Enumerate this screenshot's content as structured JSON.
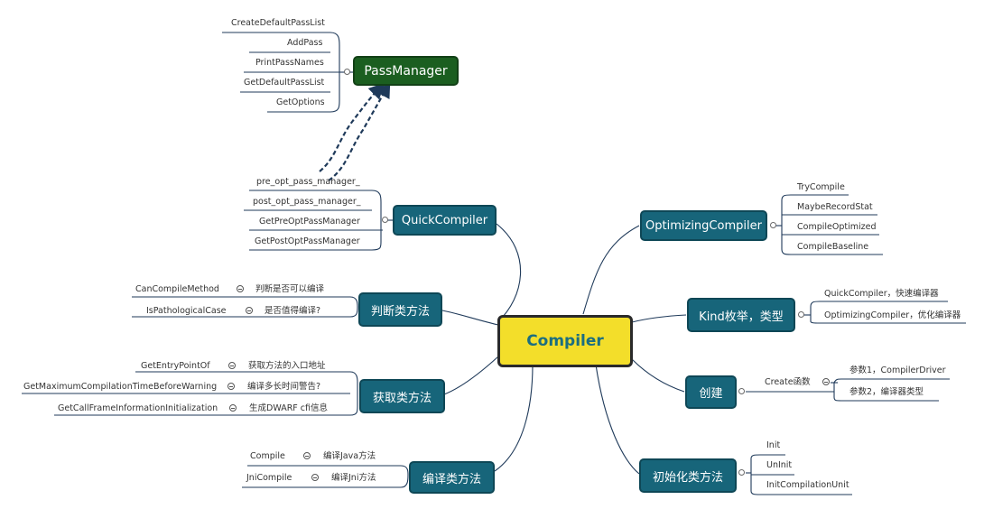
{
  "central": "Compiler",
  "pass_manager": "PassManager",
  "pass_manager_methods": [
    "CreateDefaultPassList",
    "AddPass",
    "PrintPassNames",
    "GetDefaultPassList",
    "GetOptions"
  ],
  "quick_compiler": {
    "label": "QuickCompiler",
    "items": [
      "pre_opt_pass_manager_",
      "post_opt_pass_manager_",
      "GetPreOptPassManager",
      "GetPostOptPassManager"
    ]
  },
  "judge_methods": {
    "label": "判断类方法",
    "items": [
      {
        "name": "CanCompileMethod",
        "note": "判断是否可以编译"
      },
      {
        "name": "IsPathologicalCase",
        "note": "是否值得编译?"
      }
    ]
  },
  "get_methods": {
    "label": "获取类方法",
    "items": [
      {
        "name": "GetEntryPointOf",
        "note": "获取方法的入口地址"
      },
      {
        "name": "GetMaximumCompilationTimeBeforeWarning",
        "note": "编译多长时间警告?"
      },
      {
        "name": "GetCallFrameInformationInitialization",
        "note": "生成DWARF cfi信息"
      }
    ]
  },
  "compile_methods": {
    "label": "编译类方法",
    "items": [
      {
        "name": "Compile",
        "note": "编译Java方法"
      },
      {
        "name": "JniCompile",
        "note": "编译Jni方法"
      }
    ]
  },
  "optimizing_compiler": {
    "label": "OptimizingCompiler",
    "items": [
      "TryCompile",
      "MaybeRecordStat",
      "CompileOptimized",
      "CompileBaseline"
    ]
  },
  "kind_enum": {
    "label": "Kind枚举，类型",
    "items": [
      "QuickCompiler，快速编译器",
      "OptimizingCompiler，优化编译器"
    ]
  },
  "create": {
    "label": "创建",
    "function": "Create函数",
    "params": [
      "参数1，CompilerDriver",
      "参数2，编译器类型"
    ]
  },
  "init_methods": {
    "label": "初始化类方法",
    "items": [
      "Init",
      "UnInit",
      "InitCompilationUnit"
    ]
  }
}
